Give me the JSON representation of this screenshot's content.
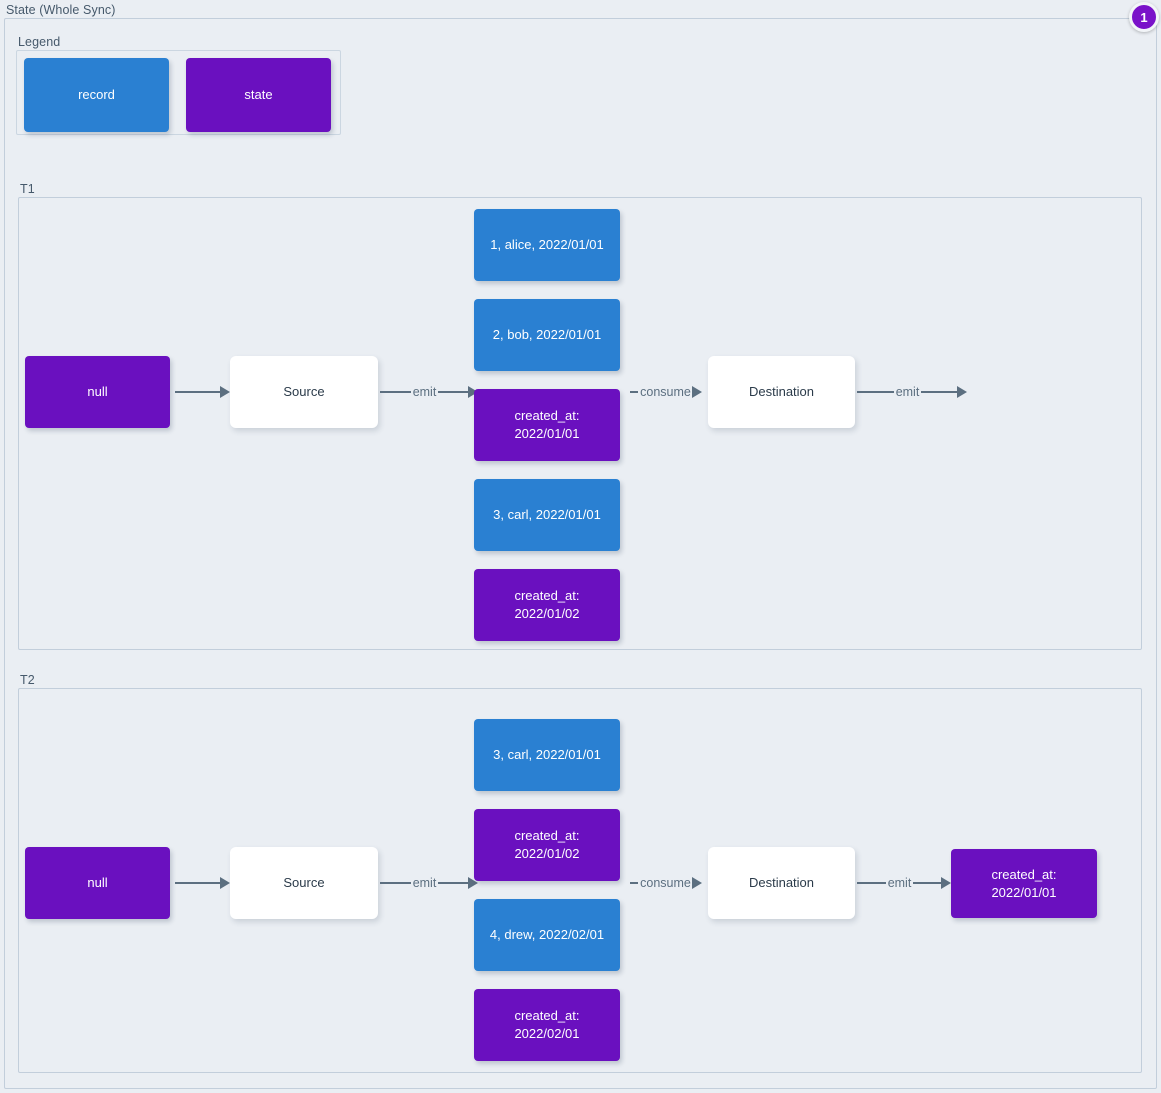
{
  "diagram": {
    "title": "State (Whole Sync)",
    "badge": "1",
    "legend": {
      "label": "Legend",
      "items": [
        {
          "label": "record",
          "kind": "record",
          "color": "#2a80d2"
        },
        {
          "label": "state",
          "kind": "state",
          "color": "#6a10bf"
        }
      ]
    },
    "colors": {
      "record": "#2a80d2",
      "state": "#6a10bf",
      "node_plain": "#ffffff",
      "arrow": "#5c6f80",
      "background": "#eaeef3",
      "border": "#c2cedb",
      "badge": "#7a12c9"
    },
    "rows": [
      {
        "label": "T1",
        "initial_state": "null",
        "source": "Source",
        "destination": "Destination",
        "edges": {
          "source_out": "emit",
          "destination_in": "consume",
          "destination_out": "emit"
        },
        "stream": [
          {
            "kind": "record",
            "text": "1, alice, 2022/01/01"
          },
          {
            "kind": "record",
            "text": "2, bob, 2022/01/01"
          },
          {
            "kind": "state",
            "text": "created_at:\n2022/01/01"
          },
          {
            "kind": "record",
            "text": "3, carl, 2022/01/01"
          },
          {
            "kind": "state",
            "text": "created_at:\n2022/01/02"
          }
        ],
        "output_state": null
      },
      {
        "label": "T2",
        "initial_state": "null",
        "source": "Source",
        "destination": "Destination",
        "edges": {
          "source_out": "emit",
          "destination_in": "consume",
          "destination_out": "emit"
        },
        "stream": [
          {
            "kind": "record",
            "text": "3, carl, 2022/01/01"
          },
          {
            "kind": "state",
            "text": "created_at:\n2022/01/02"
          },
          {
            "kind": "record",
            "text": "4, drew, 2022/02/01"
          },
          {
            "kind": "state",
            "text": "created_at:\n2022/02/01"
          }
        ],
        "output_state": "created_at:\n2022/01/01"
      }
    ]
  }
}
